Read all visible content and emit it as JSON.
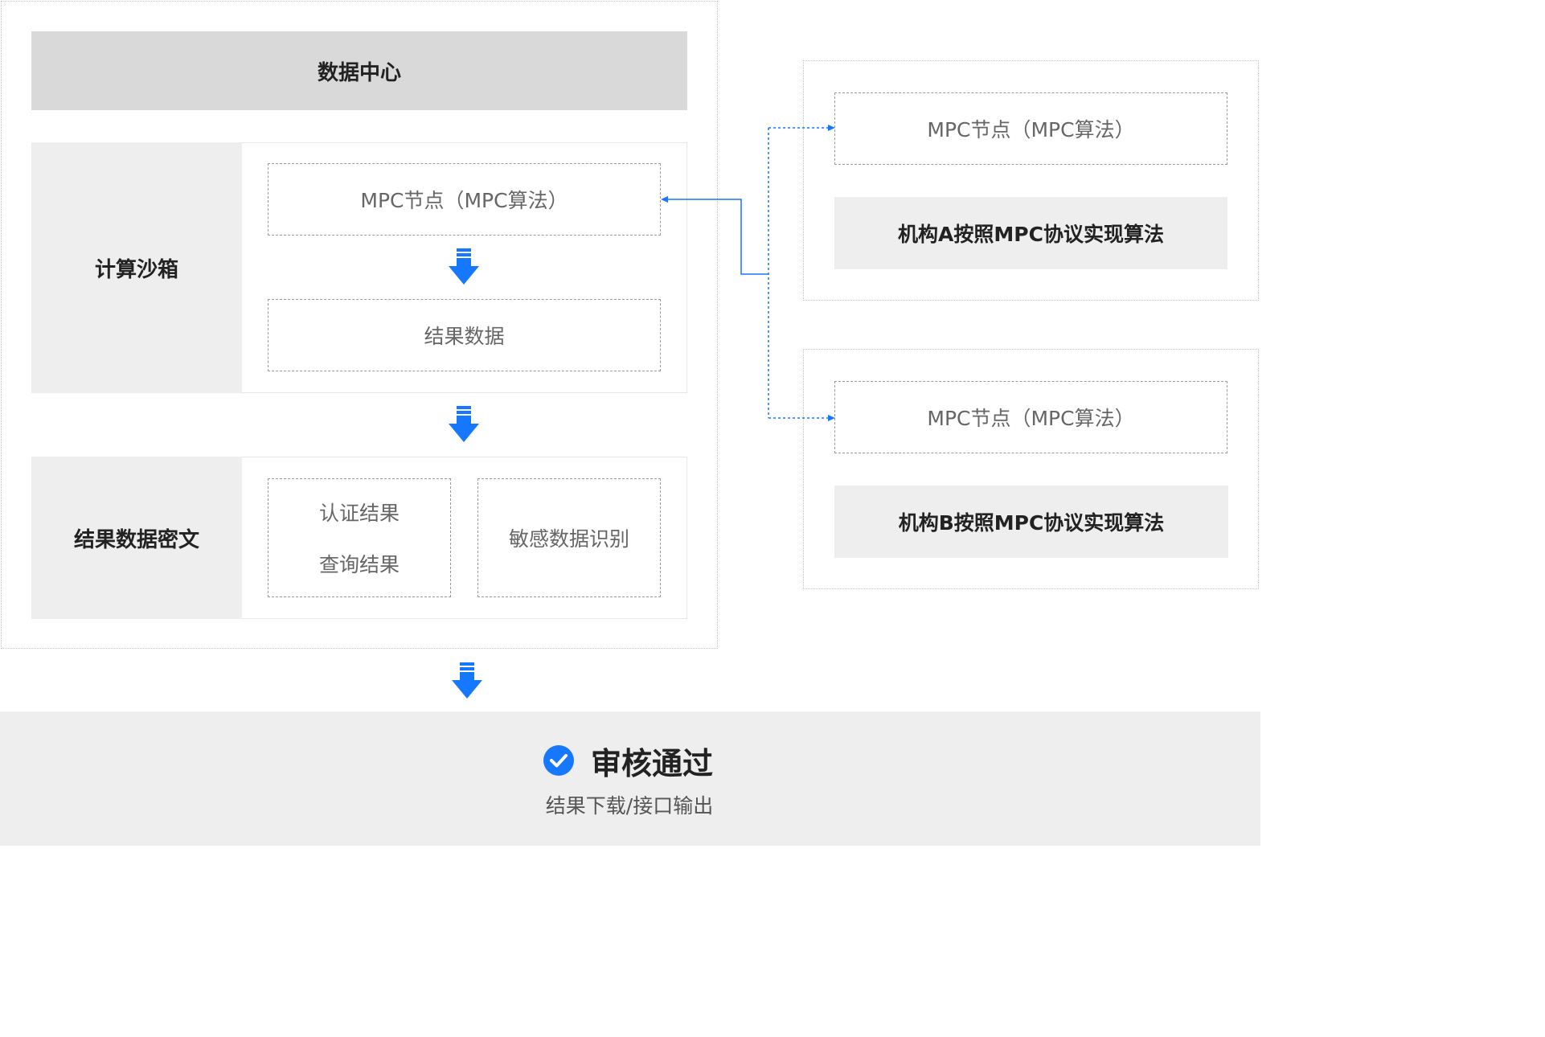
{
  "data_center": {
    "title": "数据中心"
  },
  "sandbox": {
    "label": "计算沙箱",
    "mpc_node": "MPC节点（MPC算法）",
    "result_data": "结果数据"
  },
  "cipher": {
    "label": "结果数据密文",
    "auth_result": "认证结果",
    "query_result": "查询结果",
    "sensitive": "敏感数据识别"
  },
  "org_a": {
    "mpc_node": "MPC节点（MPC算法）",
    "desc": "机构A按照MPC协议实现算法"
  },
  "org_b": {
    "mpc_node": "MPC节点（MPC算法）",
    "desc": "机构B按照MPC协议实现算法"
  },
  "footer": {
    "status": "审核通过",
    "subtitle": "结果下载/接口输出"
  },
  "colors": {
    "accent": "#1677ff",
    "panel_gray": "#eeeeee",
    "header_gray": "#d9d9d9"
  },
  "icons": [
    "down-arrow-icon",
    "check-circle-icon"
  ]
}
